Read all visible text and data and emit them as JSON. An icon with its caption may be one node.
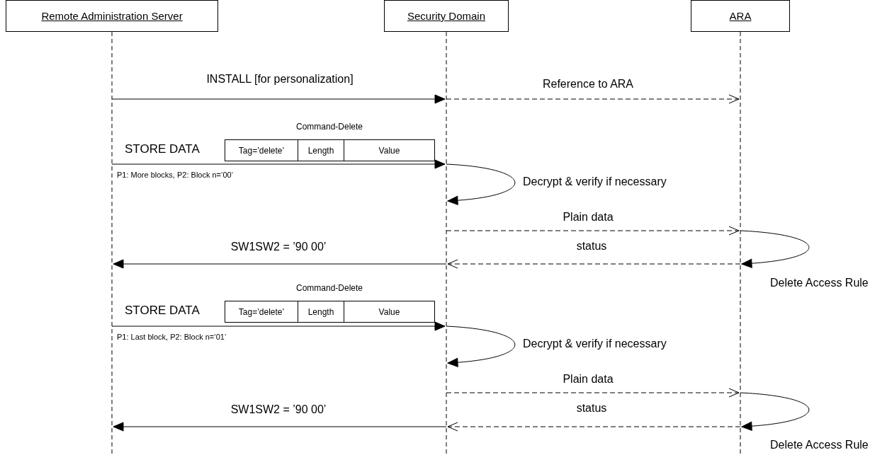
{
  "diagram": {
    "nodes": [
      {
        "text": [
          "Remote Administration Server"
        ]
      },
      {
        "text": [
          "Security Domain"
        ]
      },
      {
        "text": [
          "ARA"
        ]
      }
    ],
    "edges": [
      {
        "from": 0,
        "to": 1,
        "arrow": "to",
        "label": "INSTALL [for personalization]"
      },
      {
        "from": 1,
        "to": 2,
        "arrow": "to",
        "label": "Reference to ARA",
        "style": "dashed"
      },
      {
        "from": 0,
        "to": 1,
        "arrow": "to",
        "label": "STORE DATA"
      },
      {
        "from": 1,
        "to": 1,
        "arrow": "to",
        "label": "Decrypt & verify if necessary"
      },
      {
        "from": 1,
        "to": 2,
        "arrow": "to",
        "label": "Plain data",
        "style": "dashed"
      },
      {
        "from": 2,
        "to": 2,
        "arrow": "to",
        "label": "Delete Access Rule"
      },
      {
        "from": 2,
        "to": 1,
        "arrow": "to",
        "label": "status",
        "style": "dashed"
      },
      {
        "from": 1,
        "to": 0,
        "arrow": "to",
        "label": "SW1SW2 = ’90 00’"
      },
      {
        "from": 0,
        "to": 1,
        "arrow": "to",
        "label": "STORE DATA"
      },
      {
        "from": 1,
        "to": 1,
        "arrow": "to",
        "label": "Decrypt & verify if necessary"
      },
      {
        "from": 1,
        "to": 2,
        "arrow": "to",
        "label": "Plain data",
        "style": "dashed"
      },
      {
        "from": 2,
        "to": 2,
        "arrow": "to",
        "label": "Delete Access Rule"
      },
      {
        "from": 2,
        "to": 1,
        "arrow": "to",
        "label": "status",
        "style": "dashed"
      },
      {
        "from": 1,
        "to": 0,
        "arrow": "to",
        "label": "SW1SW2 = ’90 00’"
      }
    ],
    "labels": [
      "Command-Delete",
      "Tag=’delete’",
      "Length",
      "Value",
      "P1: More blocks, P2: Block n=‘00‘",
      "Command-Delete",
      "Tag=’delete’",
      "Length",
      "Value",
      "P1: Last block, P2: Block n=‘01‘"
    ]
  }
}
